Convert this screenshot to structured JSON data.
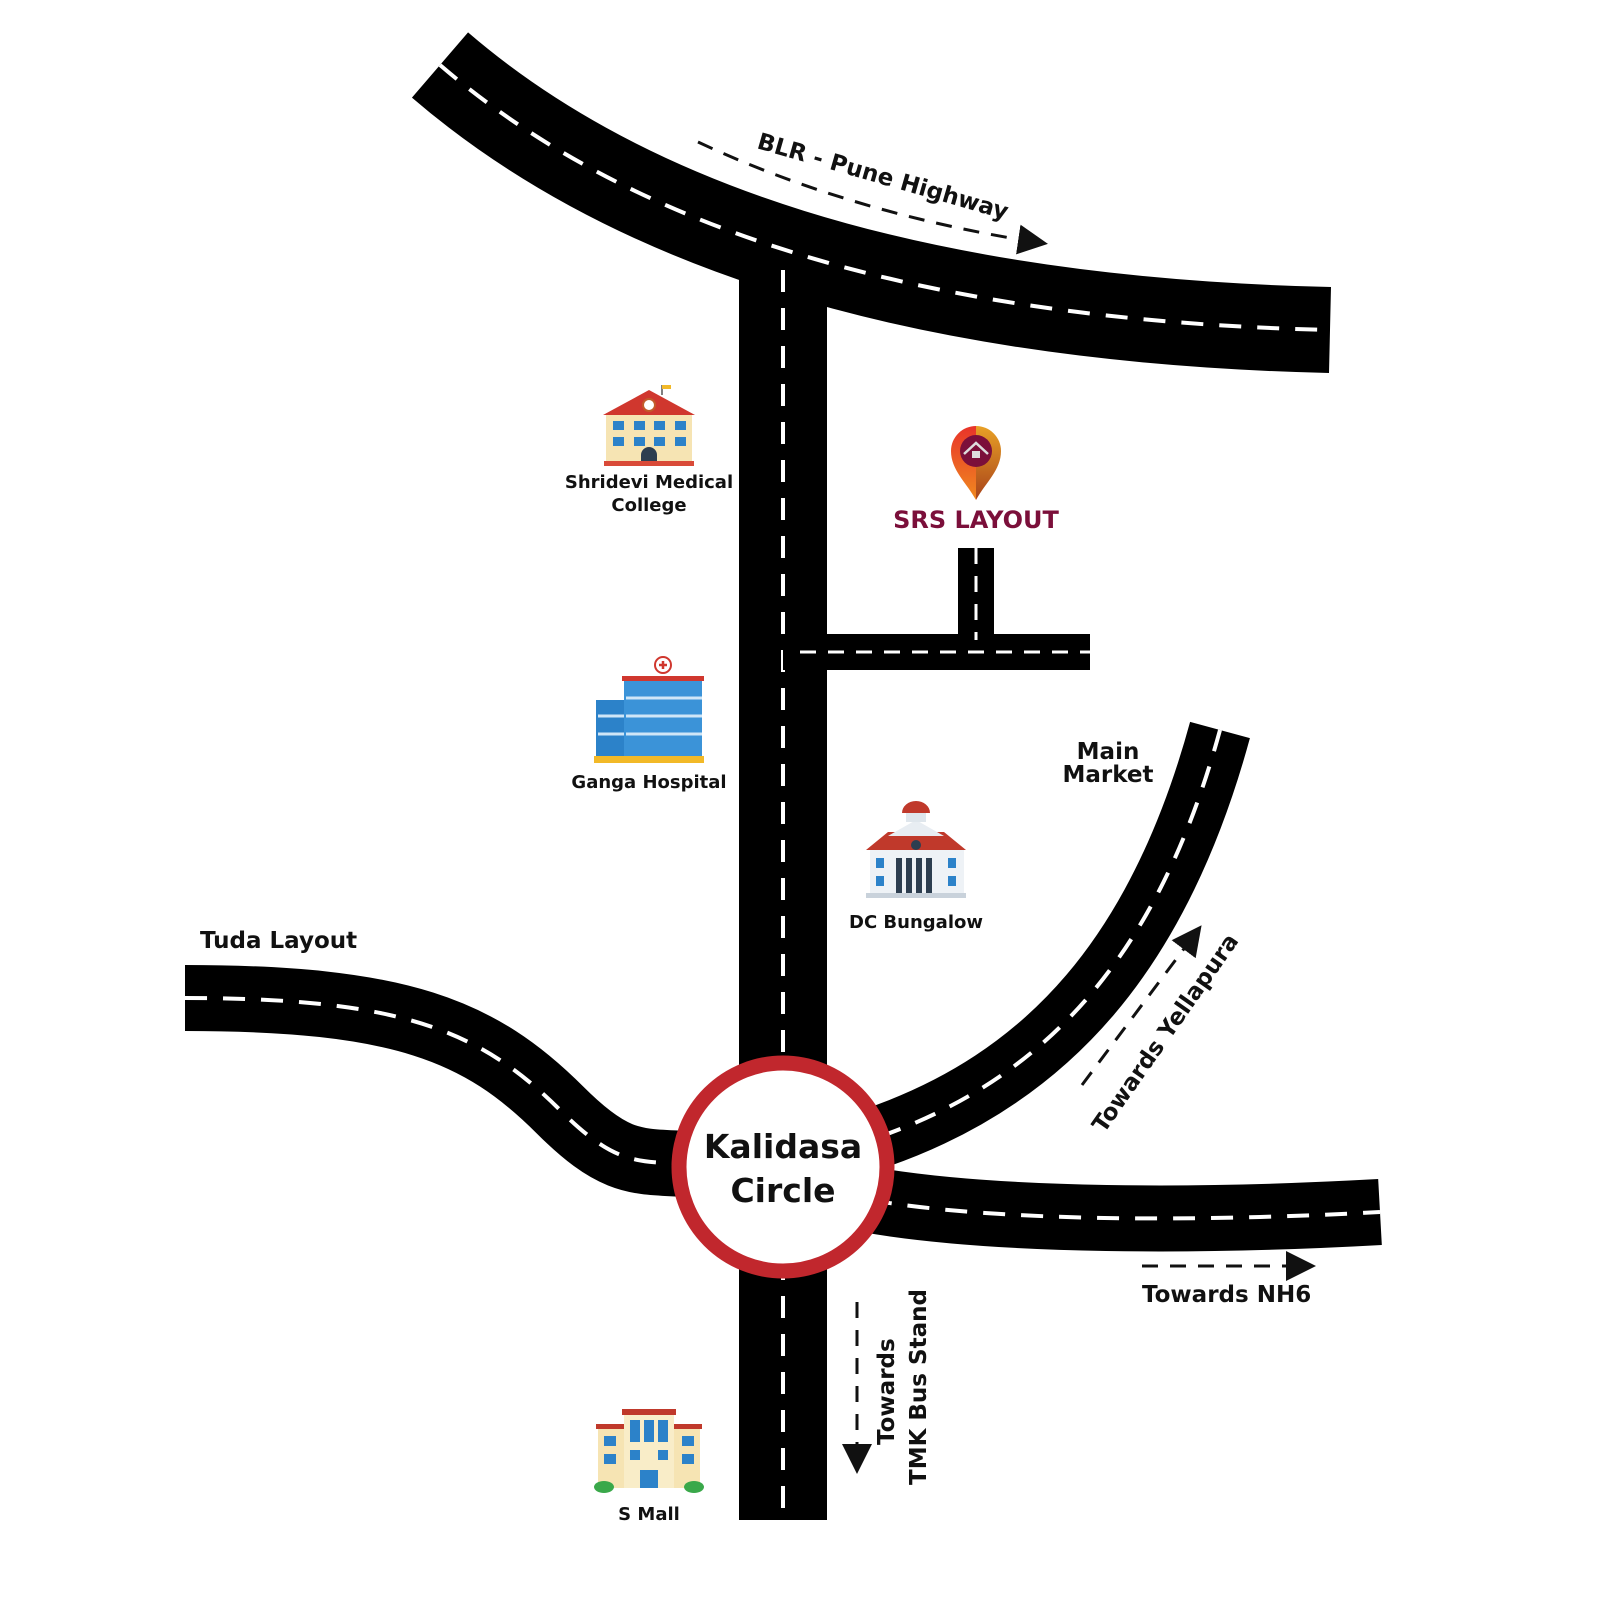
{
  "roads": {
    "highway": "BLR - Pune Highway",
    "tuda": "Tuda Layout",
    "market": "Main Market",
    "yellapura": "Towards Yellapura",
    "nh6": "Towards NH6",
    "bus_line1": "Towards",
    "bus_line2": "TMK Bus Stand"
  },
  "center": {
    "line1": "Kalidasa",
    "line2": "Circle"
  },
  "destination": {
    "label": "SRS LAYOUT",
    "icon": "home-map-pin-icon",
    "color": "#7b0f3a"
  },
  "landmarks": {
    "college_line1": "Shridevi Medical",
    "college_line2": "College",
    "hospital": "Ganga Hospital",
    "dc": "DC Bungalow",
    "mall": "S Mall"
  },
  "colors": {
    "road": "#000000",
    "circle": "#c1272d",
    "pin_left": "#ea4b2a",
    "pin_right": "#e8a126"
  }
}
